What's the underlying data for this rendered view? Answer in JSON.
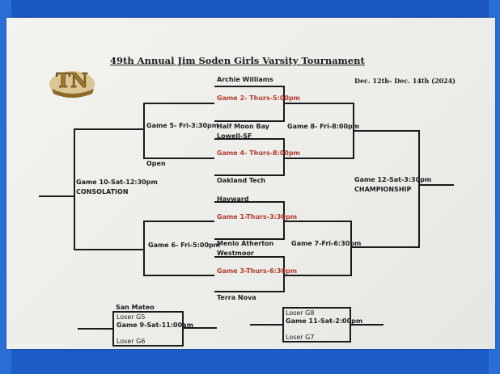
{
  "title": "49th Annual Jim Soden Girls Varsity Tournament",
  "dates": "Dec. 12th- Dec. 14th (2024)",
  "logo": {
    "text": "TN"
  },
  "teams": {
    "archie": "Archie Williams",
    "halfmoon": "Half Moon Bay",
    "lowell": "Lowell-SF",
    "oakland": "Oakland Tech",
    "hayward": "Hayward",
    "menlo": "Menlo Atherton",
    "westmoor": "Westmoor",
    "terranova": "Terra Nova",
    "sanmateo": "San Mateo"
  },
  "games": {
    "g1": "Game 1-Thurs-3:30pm",
    "g2": "Game 2- Thurs-5:00pm",
    "g3": "Game 3-Thurs-6:30pm",
    "g4": "Game 4- Thurs-8:00pm",
    "g5": "Game 5- Fri-3:30pm",
    "g6": "Game 6- Fri-5:00pm",
    "g7": "Game 7-Fri-6:30pm",
    "g8": "Game 8- Fri-8:00pm",
    "g9": "Game 9-Sat-11:00am",
    "g10": "Game 10-Sat-12:30pm",
    "g11": "Game 11-Sat-2:00pm",
    "g12": "Game 12-Sat-3:30pm"
  },
  "labels": {
    "open": "Open",
    "consolation": "CONSOLATION",
    "championship": "CHAMPIONSHIP",
    "loser_g5": "Loser G5",
    "loser_g6": "Loser G6",
    "loser_g8": "Loser G8",
    "loser_g7": "Loser G7"
  }
}
